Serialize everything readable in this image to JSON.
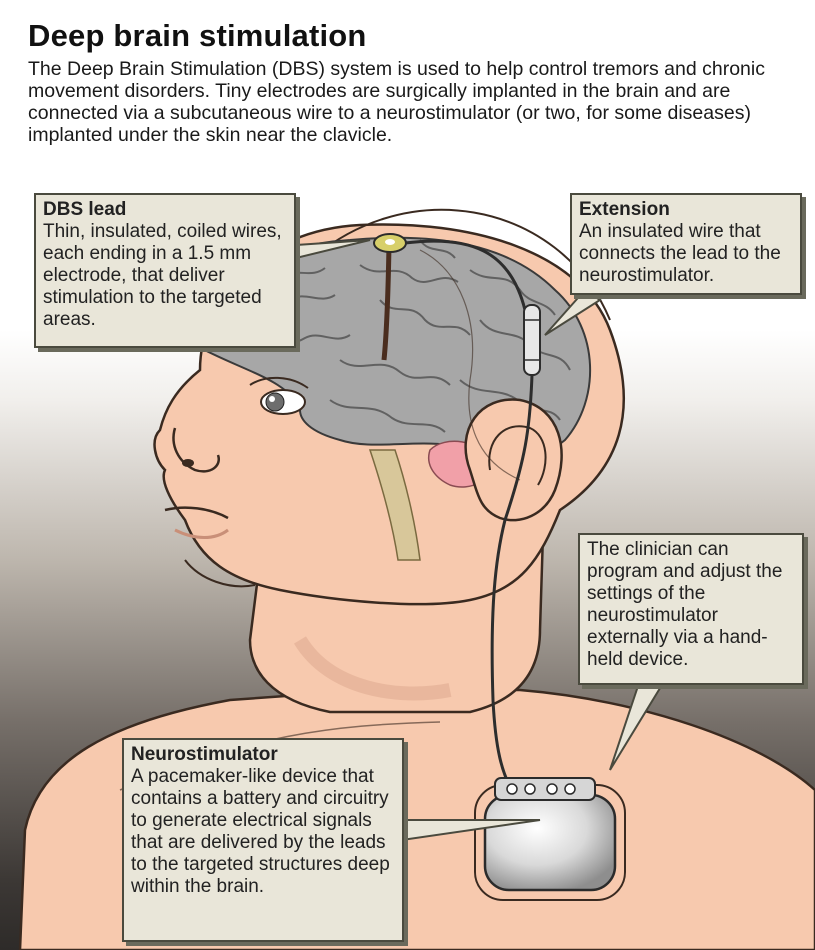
{
  "title": "Deep brain stimulation",
  "intro": "The Deep Brain Stimulation (DBS) system is used to help control tremors and chronic movement disorders. Tiny electrodes are surgically implanted in the brain and are connected via a subcutaneous wire to a neurostimulator (or two, for some diseases) implanted under the skin near the clavicle.",
  "callouts": {
    "dbs_lead": {
      "heading": "DBS lead",
      "text": "Thin, insulated, coiled wires, each ending in a 1.5 mm electrode, that deliver stimulation to the targeted areas."
    },
    "extension": {
      "heading": "Extension",
      "text": "An insulated wire that connects the lead to the neurostimulator."
    },
    "clinician": {
      "text": "The clinician can program and adjust the settings of the neurostimulator externally via a hand-held device."
    },
    "neurostimulator": {
      "heading": "Neurostimulator",
      "text": "A pacemaker-like device that contains a battery and circuitry to generate electrical signals that are delivered by the leads to the targeted structures deep within the brain."
    }
  },
  "colors": {
    "skin": "#f7c9ae",
    "brain": "#a7a7a7",
    "callout_bg": "#e9e6d9",
    "outline": "#3a2a20"
  }
}
